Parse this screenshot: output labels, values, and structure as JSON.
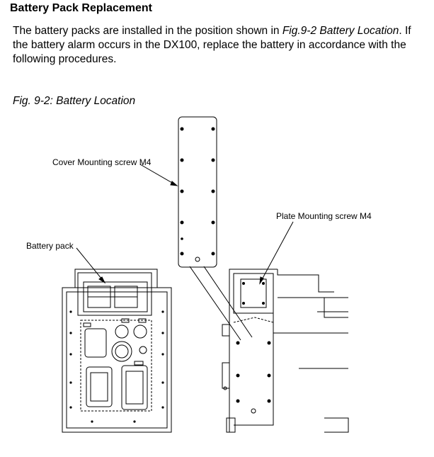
{
  "heading": "Battery Pack Replacement",
  "paragraph": {
    "part1": "The battery packs are installed in the position shown in ",
    "ref": "Fig.9-2 Battery Location",
    "part2": ".  If the battery alarm occurs in the DX100, replace the battery in accordance with the following procedures."
  },
  "figure": {
    "caption": "Fig. 9-2: Battery Location",
    "labels": {
      "cover_screw": "Cover Mounting screw M4",
      "plate_screw": "Plate Mounting screw M4",
      "battery_pack": "Battery pack"
    }
  }
}
